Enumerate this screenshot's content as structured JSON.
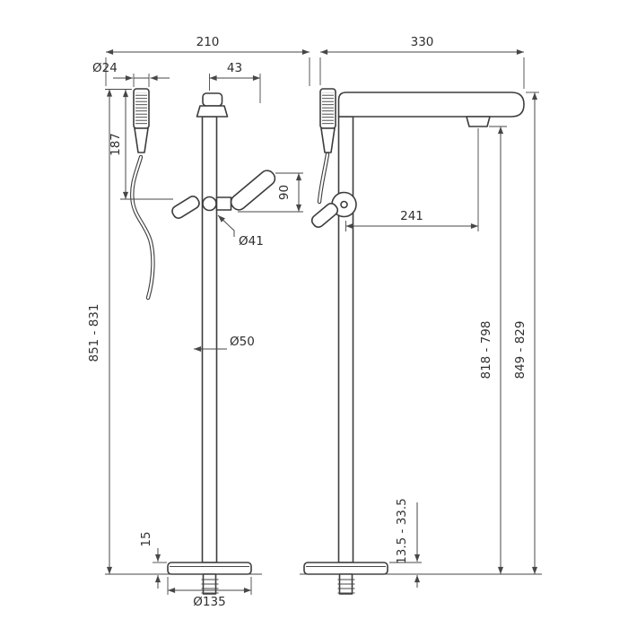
{
  "drawing": {
    "front_view": {
      "dimensions": {
        "overall_width": "210",
        "handshower_diameter": "Ø24",
        "spout_offset": "43",
        "handshower_length": "187",
        "handle_length": "90",
        "joint_diameter": "Ø41",
        "height_range": "851 - 831",
        "column_diameter": "Ø50",
        "base_height": "15",
        "base_diameter": "Ø135"
      }
    },
    "side_view": {
      "dimensions": {
        "overall_depth": "330",
        "spout_reach": "241",
        "outlet_height_range": "818 - 798",
        "overall_height_range": "849 - 829",
        "floor_adjustment_range": "13.5 - 33.5"
      }
    }
  }
}
